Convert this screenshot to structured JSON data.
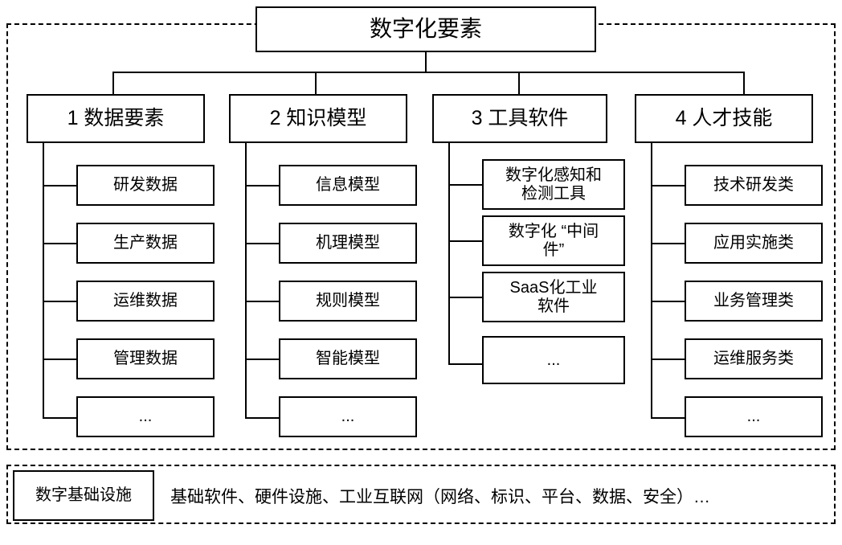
{
  "diagram": {
    "root": {
      "label": "数字化要素"
    },
    "categories": [
      {
        "header": "1 数据要素",
        "items": [
          "研发数据",
          "生产数据",
          "运维数据",
          "管理数据",
          "..."
        ]
      },
      {
        "header": "2 知识模型",
        "items": [
          "信息模型",
          "机理模型",
          "规则模型",
          "智能模型",
          "..."
        ]
      },
      {
        "header": "3 工具软件",
        "items": [
          "数字化感知和\n检测工具",
          "数字化 “中间\n件”",
          "SaaS化工业\n软件",
          "..."
        ]
      },
      {
        "header": "4 人才技能",
        "items": [
          "技术研发类",
          "应用实施类",
          "业务管理类",
          "运维服务类",
          "..."
        ]
      }
    ],
    "infrastructure": {
      "label": "数字基础设施",
      "description": "基础软件、硬件设施、工业互联网（网络、标识、平台、数据、安全）…"
    }
  },
  "colors": {
    "stroke": "#000000",
    "background": "#ffffff"
  }
}
